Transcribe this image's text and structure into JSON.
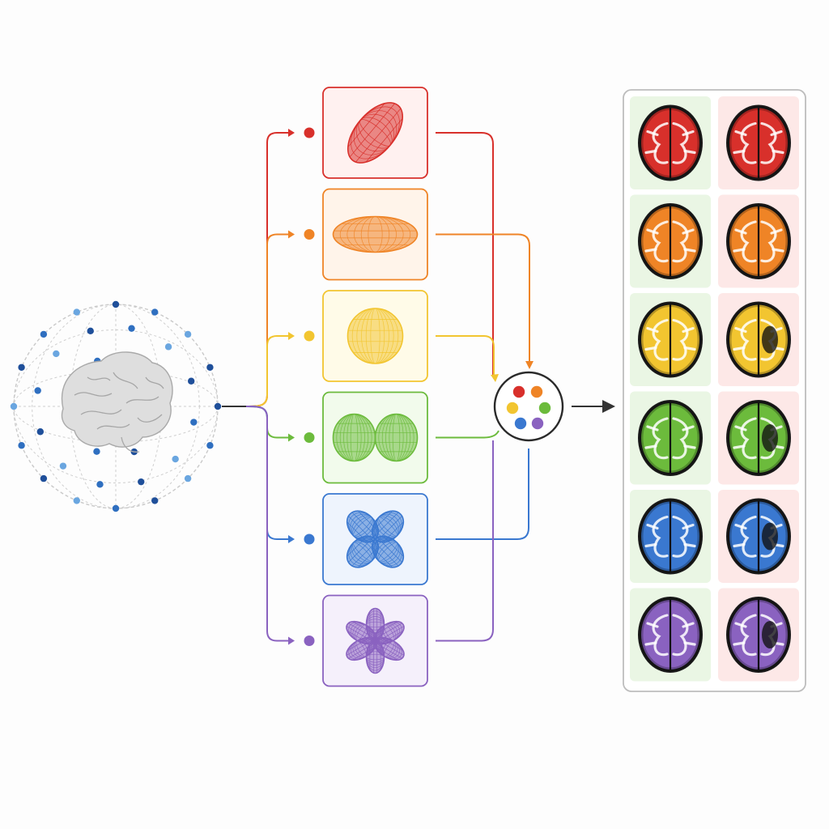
{
  "stages": [
    {
      "name": "red",
      "color": "#d8302b",
      "light": "#fff1f0",
      "shape": "prolate-ellipsoid"
    },
    {
      "name": "orange",
      "color": "#ef8426",
      "light": "#fff4ea",
      "shape": "oblate-ellipsoid"
    },
    {
      "name": "yellow",
      "color": "#f2c530",
      "light": "#fffbe8",
      "shape": "sphere"
    },
    {
      "name": "green",
      "color": "#6cbb3c",
      "light": "#f2fbec",
      "shape": "dumbbell"
    },
    {
      "name": "blue",
      "color": "#3a78d0",
      "light": "#eef4fd",
      "shape": "four-lobe-clover"
    },
    {
      "name": "purple",
      "color": "#8a62c0",
      "light": "#f5f0fb",
      "shape": "six-lobe-flower"
    }
  ],
  "comparison": {
    "left_column": "healthy",
    "right_column": "lesion",
    "left_bg": "#eaf6e4",
    "right_bg": "#fde8e7"
  },
  "icons": [
    "sampling-sphere-icon",
    "brain-icon",
    "fusion-node-icon",
    "arrow-right-icon"
  ]
}
